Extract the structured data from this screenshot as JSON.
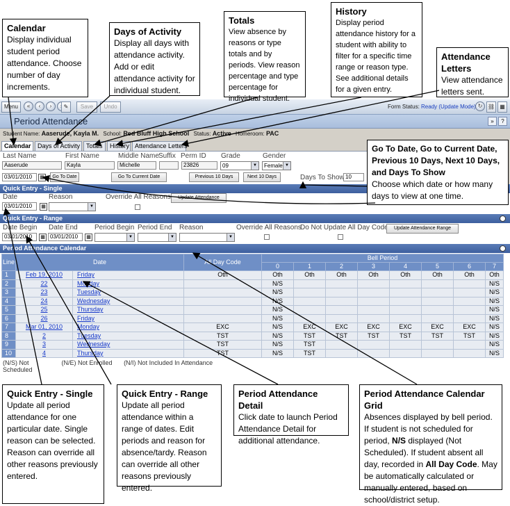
{
  "callouts": {
    "calendar": {
      "title": "Calendar",
      "body": "Display individual student period attendance. Choose number of day increments."
    },
    "days": {
      "title": "Days of Activity",
      "body": "Display all days with attendance activity. Add or edit attendance activity for individual student."
    },
    "totals": {
      "title": "Totals",
      "body": "View absence by reasons or type totals and by periods. View reason percentage and type percentage for individual student."
    },
    "history": {
      "title": "History",
      "body": "Display period attendance history for a student with ability to filter for a specific time range or reason type. See additional details for a given entry."
    },
    "letters": {
      "title": "Attendance Letters",
      "body": "View attendance letters sent."
    },
    "goto": {
      "title": "Go To Date, Go to Current Date, Previous 10 Days, Next 10 Days, and Days To Show",
      "body": "Choose which date or how many days to view at one time."
    },
    "qe_single": {
      "title": "Quick Entry - Single",
      "body": "Update all period attendance for one particular date. Single reason can be selected. Reason can override all other reasons previously entered."
    },
    "qe_range": {
      "title": "Quick Entry - Range",
      "body": "Update all period attendance within a range of dates. Edit periods and reason for absence/tardy. Reason can override all other reasons previously entered."
    },
    "detail": {
      "title": "Period Attendance Detail",
      "body": "Click date to launch Period Attendance Detail for additional attendance."
    },
    "grid": {
      "title": "Period Attendance Calendar Grid",
      "p1": "Absences displayed by bell period. If student is not scheduled for period, ",
      "b1": "N/S",
      "p2": " displayed (Not Scheduled). If student absent all day, recorded in ",
      "b2": "All Day Code",
      "p3": ". May be automatically calculated or manually entered, based on school/district setup."
    }
  },
  "toolbar": {
    "menu": "Menu",
    "save": "Save",
    "undo": "Undo",
    "form_status_label": "Form Status:",
    "form_status_value": "Ready (Update Mode)"
  },
  "page_title": "Period Attendance",
  "student": {
    "name_label": "Student Name:",
    "name": "Aaserude, Kayla M.",
    "school_label": "School:",
    "school": "Red Bluff High School",
    "status_label": "Status:",
    "status": "Active",
    "homeroom_label": "Homeroom:",
    "homeroom": "PAC"
  },
  "tabs": [
    "Calendar",
    "Days of Activity",
    "Totals",
    "History",
    "Attendance Letters"
  ],
  "demographics": {
    "labels": {
      "last": "Last Name",
      "first": "First Name",
      "middle": "Middle Name",
      "suffix": "Suffix",
      "perm": "Perm ID",
      "grade": "Grade",
      "gender": "Gender"
    },
    "values": {
      "last": "Aaserude",
      "first": "Kayla",
      "middle": "Michelle",
      "suffix": "",
      "perm": "23826",
      "grade": "09",
      "gender": "Female"
    }
  },
  "nav": {
    "date": "03/01/2010",
    "go_to_date": "Go To Date",
    "go_to_current": "Go To Current Date",
    "prev": "Previous 10 Days",
    "next": "Next 10 Days",
    "days_label": "Days To Show",
    "days_value": "10"
  },
  "quick_single": {
    "header": "Quick Entry - Single",
    "date_label": "Date",
    "reason_label": "Reason",
    "override_label": "Override All Reasons",
    "date": "03/01/2010",
    "button": "Update Attendance"
  },
  "quick_range": {
    "header": "Quick Entry - Range",
    "labels": {
      "begin": "Date Begin",
      "end": "Date End",
      "pbegin": "Period Begin",
      "pend": "Period End",
      "reason": "Reason",
      "override": "Override All Reasons",
      "no_update": "Do Not Update All Day Code"
    },
    "begin": "03/01/2010",
    "end": "03/01/2010",
    "button": "Update Attendance Range"
  },
  "calendar": {
    "header": "Period Attendance Calendar",
    "col_line": "Line",
    "col_date": "Date",
    "col_allday": "All Day Code",
    "col_bell": "Bell Period",
    "periods": [
      "0",
      "1",
      "2",
      "3",
      "4",
      "5",
      "6",
      "7"
    ],
    "rows": [
      {
        "line": "1",
        "date": "Feb 19, 2010",
        "dow": "Friday",
        "allday": "Oth",
        "p": [
          "Oth",
          "Oth",
          "Oth",
          "Oth",
          "Oth",
          "Oth",
          "Oth",
          "Oth"
        ]
      },
      {
        "line": "2",
        "date": "22",
        "dow": "Monday",
        "allday": "",
        "p": [
          "N/S",
          "",
          "",
          "",
          "",
          "",
          "",
          "N/S"
        ]
      },
      {
        "line": "3",
        "date": "23",
        "dow": "Tuesday",
        "allday": "",
        "p": [
          "N/S",
          "",
          "",
          "",
          "",
          "",
          "",
          "N/S"
        ]
      },
      {
        "line": "4",
        "date": "24",
        "dow": "Wednesday",
        "allday": "",
        "p": [
          "N/S",
          "",
          "",
          "",
          "",
          "",
          "",
          "N/S"
        ]
      },
      {
        "line": "5",
        "date": "25",
        "dow": "Thursday",
        "allday": "",
        "p": [
          "N/S",
          "",
          "",
          "",
          "",
          "",
          "",
          "N/S"
        ]
      },
      {
        "line": "6",
        "date": "26",
        "dow": "Friday",
        "allday": "",
        "p": [
          "N/S",
          "",
          "",
          "",
          "",
          "",
          "",
          "N/S"
        ]
      },
      {
        "line": "7",
        "date": "Mar 01, 2010",
        "dow": "Monday",
        "allday": "EXC",
        "p": [
          "N/S",
          "EXC",
          "EXC",
          "EXC",
          "EXC",
          "EXC",
          "EXC",
          "N/S"
        ]
      },
      {
        "line": "8",
        "date": "2",
        "dow": "Tuesday",
        "allday": "TST",
        "p": [
          "N/S",
          "TST",
          "TST",
          "TST",
          "TST",
          "TST",
          "TST",
          "N/S"
        ]
      },
      {
        "line": "9",
        "date": "3",
        "dow": "Wednesday",
        "allday": "TST",
        "p": [
          "N/S",
          "TST",
          "",
          "",
          "",
          "",
          "",
          "N/S"
        ]
      },
      {
        "line": "10",
        "date": "4",
        "dow": "Thursday",
        "allday": "TST",
        "p": [
          "N/S",
          "TST",
          "",
          "",
          "",
          "",
          "",
          "N/S"
        ]
      }
    ],
    "legend": [
      "(N/S) Not Scheduled",
      "(N/E) Not Enrolled",
      "(N/I) Not Included In Attendance"
    ]
  }
}
